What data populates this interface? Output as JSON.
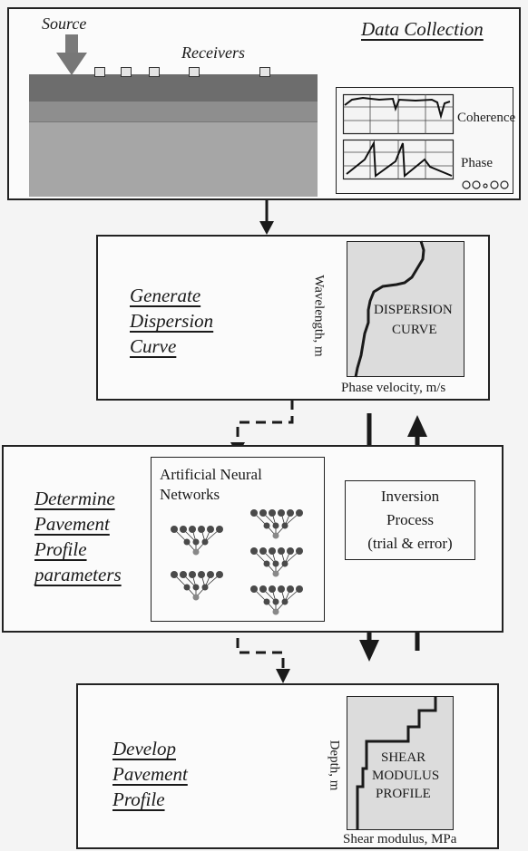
{
  "data_collection": {
    "title": "Data Collection",
    "source_label": "Source",
    "receivers_label": "Receivers",
    "coherence_label": "Coherence",
    "phase_label": "Phase"
  },
  "dispersion": {
    "title_lines": [
      "Generate",
      "Dispersion",
      "Curve"
    ],
    "y_axis_label": "Wavelength, m",
    "x_axis_label": "Phase velocity, m/s",
    "chart_label_1": "DISPERSION",
    "chart_label_2": "CURVE"
  },
  "profile_params": {
    "title_lines": [
      "Determine",
      "Pavement",
      "Profile",
      "parameters"
    ],
    "ann_title_1": "Artificial Neural",
    "ann_title_2": "Networks",
    "inversion_1": "Inversion",
    "inversion_2": "Process",
    "inversion_3": "(trial & error)"
  },
  "develop_profile": {
    "title_lines": [
      "Develop",
      "Pavement",
      "Profile"
    ],
    "y_axis_label": "Depth, m",
    "x_axis_label": "Shear modulus, MPa",
    "chart_label_1": "SHEAR",
    "chart_label_2": "MODULUS",
    "chart_label_3": "PROFILE"
  },
  "colors": {
    "border": "#222222",
    "chart_bg": "#dcdcdc",
    "ground_top": "#6d6d6d",
    "ground_base": "#a3a3a3",
    "node": "#4a4a4a"
  }
}
